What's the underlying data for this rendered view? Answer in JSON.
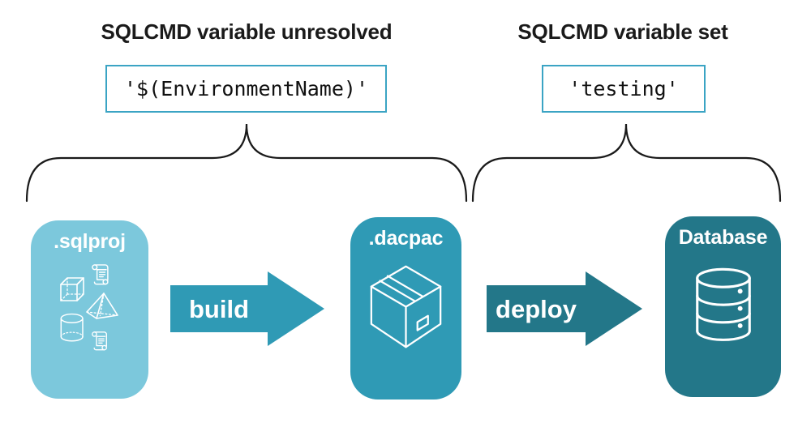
{
  "headings": {
    "left": "SQLCMD variable unresolved",
    "right": "SQLCMD variable set"
  },
  "code_boxes": {
    "left_value": "'$(EnvironmentName)'",
    "right_value": "'testing'"
  },
  "pipeline": {
    "stages": [
      {
        "label": ".sqlproj",
        "icon": "sql-objects-icon",
        "color": "#7cc8dc"
      },
      {
        "label": ".dacpac",
        "icon": "package-box-icon",
        "color": "#2f9ab5"
      },
      {
        "label": "Database",
        "icon": "database-icon",
        "color": "#237789"
      }
    ],
    "arrows": [
      {
        "label": "build",
        "color": "#2f9ab5"
      },
      {
        "label": "deploy",
        "color": "#237789"
      }
    ]
  },
  "colors": {
    "stage_sqlproj": "#7cc8dc",
    "stage_dacpac": "#2f9ab5",
    "stage_database": "#237789",
    "arrow_build": "#2f9ab5",
    "arrow_deploy": "#237789",
    "code_box_border": "#3ba4c4",
    "brace_stroke": "#1a1a1a",
    "heading_text": "#1a1a1a",
    "icon_stroke": "#ffffff"
  }
}
